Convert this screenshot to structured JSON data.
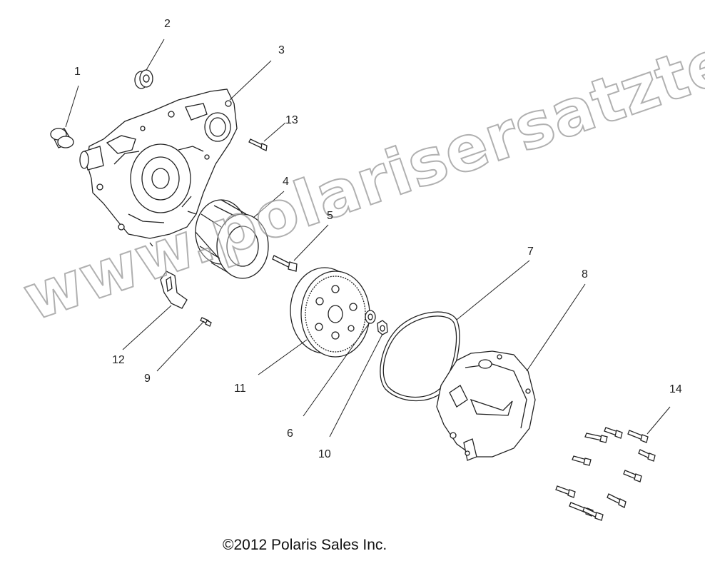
{
  "callouts": {
    "c1": "1",
    "c2": "2",
    "c3": "3",
    "c4": "4",
    "c5": "5",
    "c6": "6",
    "c7": "7",
    "c8": "8",
    "c9": "9",
    "c10": "10",
    "c11": "11",
    "c12": "12",
    "c13": "13",
    "c14": "14"
  },
  "copyright": "©2012 Polaris Sales Inc.",
  "watermark": "www.polarisersatzteile.de"
}
